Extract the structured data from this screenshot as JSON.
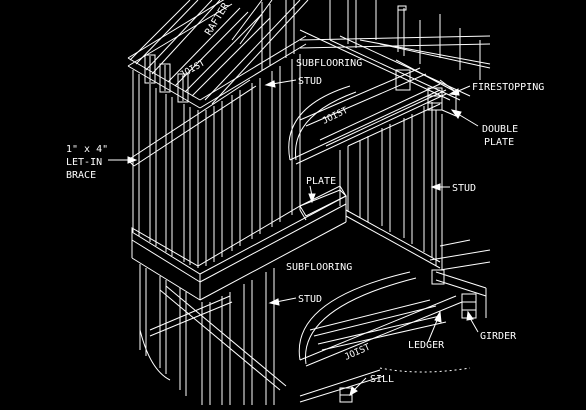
{
  "colors": {
    "background": "#000000",
    "linework": "#ffffff"
  },
  "labels": {
    "rafter": "RAFTER",
    "joist_top": "JOIST",
    "subflooring_top": "SUBFLOORING",
    "stud_top": "STUD",
    "firestopping": "FIRESTOPPING",
    "joist_mid": "JOIST",
    "double_plate_line1": "DOUBLE",
    "double_plate_line2": "PLATE",
    "brace_line1": "1\" x 4\"",
    "brace_line2": "LET-IN",
    "brace_line3": "BRACE",
    "plate": "PLATE",
    "stud_right": "STUD",
    "subflooring_mid": "SUBFLOORING",
    "stud_mid": "STUD",
    "girder": "GIRDER",
    "ledger": "LEDGER",
    "joist_bottom": "JOIST",
    "sill": "SILL"
  }
}
